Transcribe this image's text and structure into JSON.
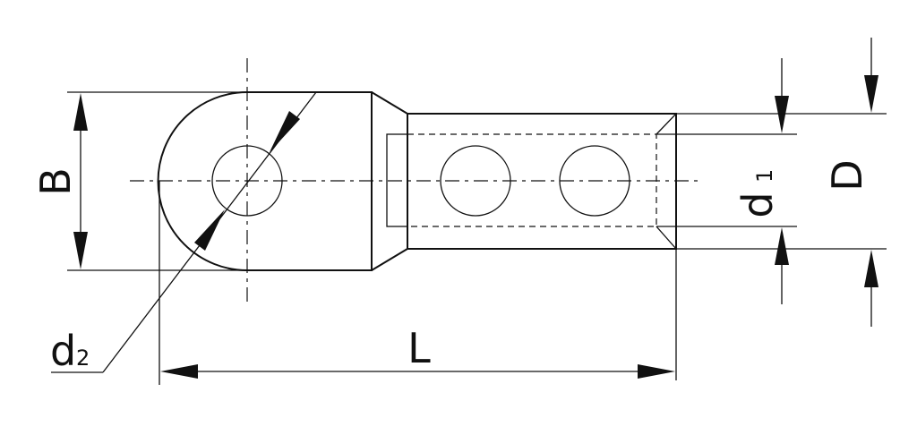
{
  "labels": {
    "width": "B",
    "length": "L",
    "hole": "d",
    "hole_sub": "2",
    "inner": "d",
    "inner_sub": "1",
    "outer": "D"
  }
}
